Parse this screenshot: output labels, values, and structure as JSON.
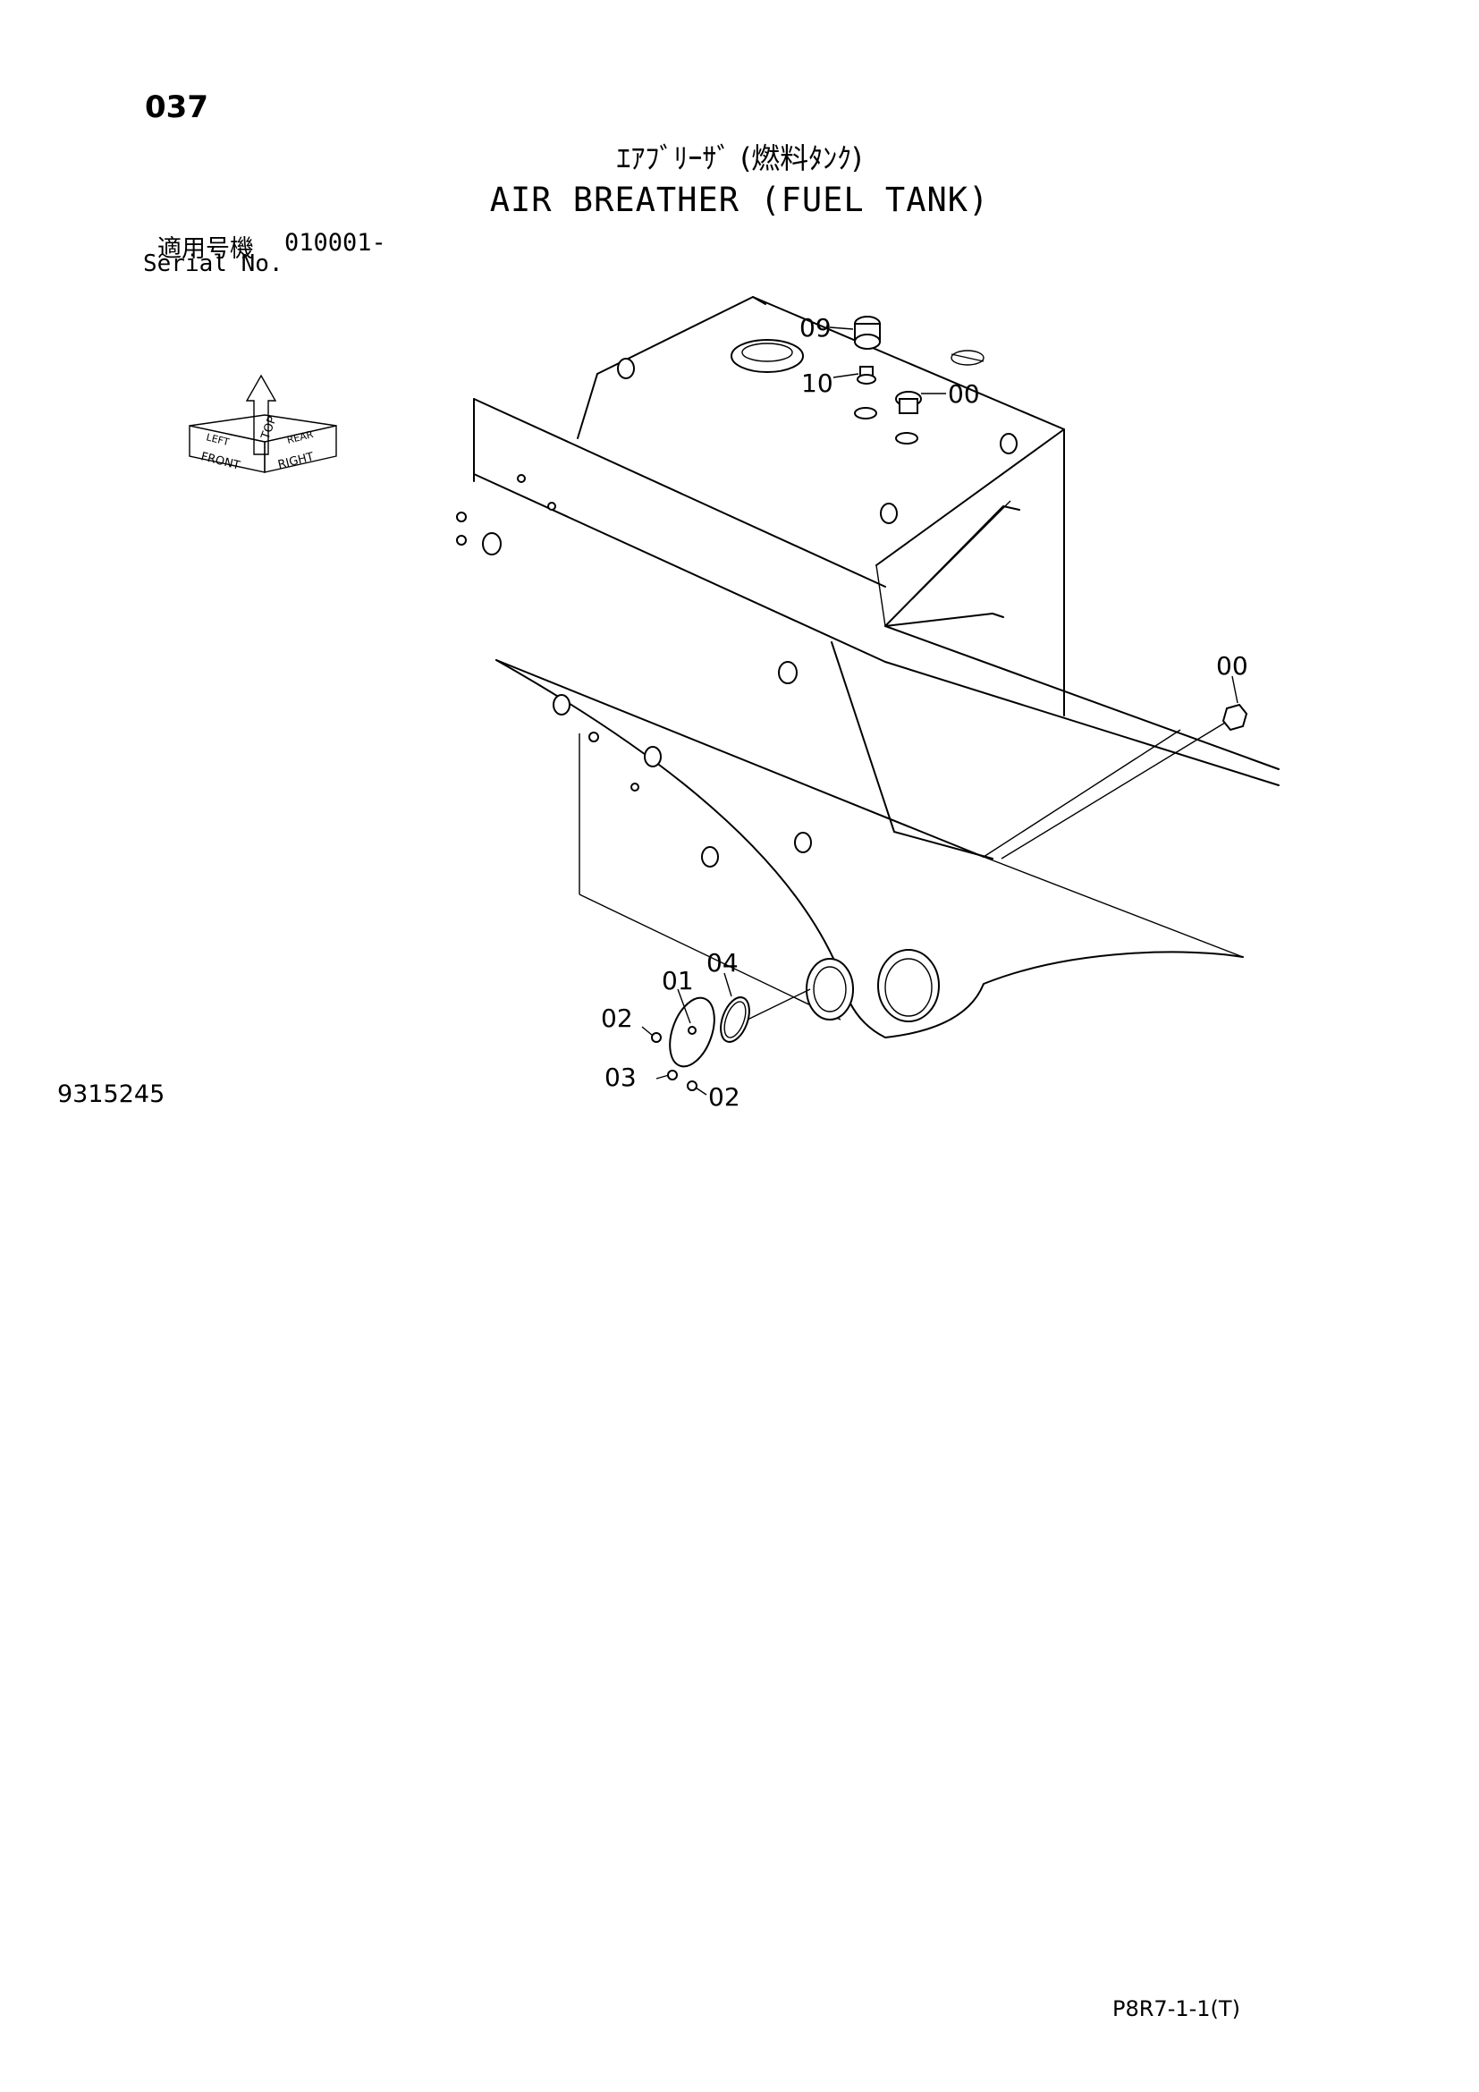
{
  "header": {
    "page_number": "037",
    "title_jp": "ｴｱﾌﾞﾘｰｻﾞ (燃料ﾀﾝｸ)",
    "title_en": "AIR BREATHER (FUEL TANK)"
  },
  "serial": {
    "label_jp": "適用号機",
    "value": "010001-",
    "label_en": "Serial No."
  },
  "orientation": {
    "top": "TOP",
    "front": "FRONT",
    "right": "RIGHT",
    "rear_left": "LEFT",
    "rear_right": "REAR"
  },
  "callouts": {
    "c09": "09",
    "c10": "10",
    "c00_top": "00",
    "c00_side": "00",
    "c01": "01",
    "c04": "04",
    "c02_upper": "02",
    "c03": "03",
    "c02_lower": "02"
  },
  "footer": {
    "drawing_number": "9315245",
    "page_ref": "P8R7-1-1(T)"
  }
}
